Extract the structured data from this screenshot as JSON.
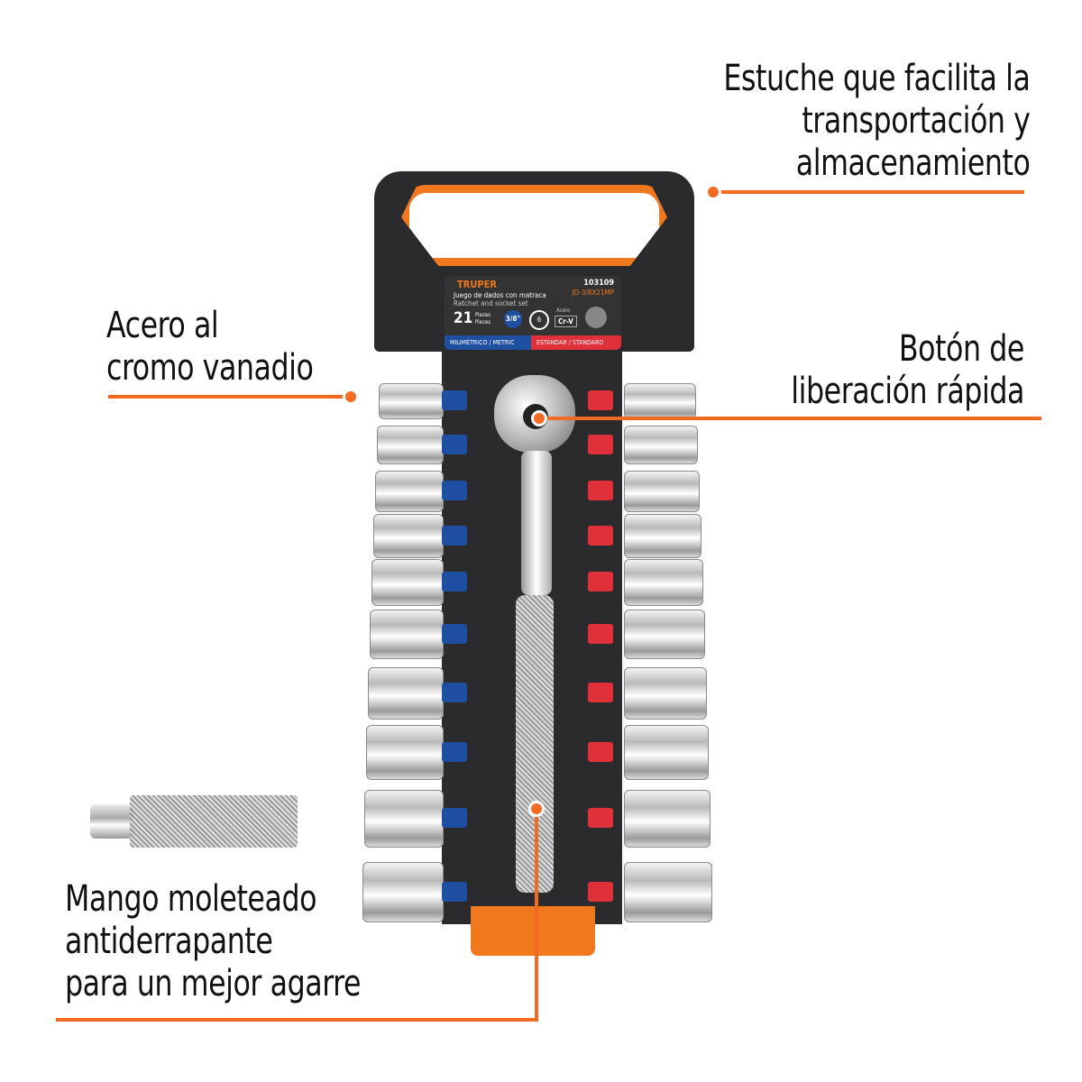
{
  "callouts": {
    "case": [
      "Estuche que facilita la",
      "transportación y",
      "almacenamiento"
    ],
    "steel": [
      "Acero al",
      "cromo vanadio"
    ],
    "release": [
      "Botón de",
      "liberación rápida"
    ],
    "grip": [
      "Mango moleteado",
      "antiderrapante",
      "para un mejor agarre"
    ]
  },
  "label": {
    "brand": "TRUPER",
    "code": "103109",
    "model": "JD-3/8X21MP",
    "name_es": "Juego de dados con matraca",
    "name_en": "Ratchet and socket set",
    "pieces": "21",
    "pieces_es": "Piezas",
    "pieces_en": "Pieces",
    "drive": "3/8\"",
    "points": "6",
    "steel_top": "Acero",
    "steel": "Cr-V",
    "metric": "MILIMÉTRICO / METRIC",
    "standard": "ESTÁNDAR / STANDARD"
  },
  "colors": {
    "accent": "#f26b21",
    "case": "#2b2b2d",
    "metric": "#1f4fa0",
    "standard": "#e0303a"
  }
}
